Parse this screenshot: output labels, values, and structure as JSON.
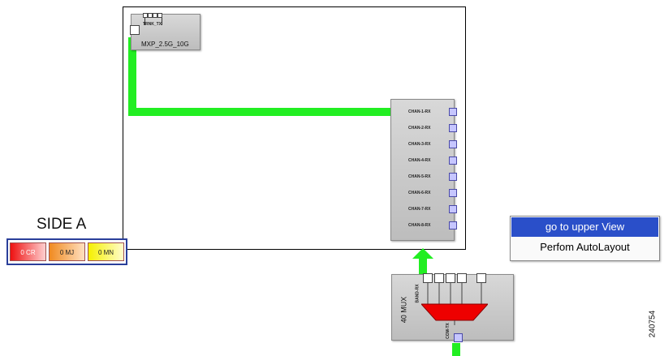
{
  "mxp_card": {
    "port_label": "TRNK_TX",
    "name": "MXP_2.5G_10G"
  },
  "demux_card": {
    "ports": [
      "CHAN-1-RX",
      "CHAN-2-RX",
      "CHAN-3-RX",
      "CHAN-4-RX",
      "CHAN-5-RX",
      "CHAN-6-RX",
      "CHAN-7-RX",
      "CHAN-8-RX"
    ]
  },
  "mux_card": {
    "name": "40 MUX",
    "side_label": "BAND-RX",
    "com_label": "COM-TX"
  },
  "side": {
    "title": "SIDE A",
    "alarms": [
      {
        "label": "0 CR",
        "color": "#ee1111"
      },
      {
        "label": "0 MJ",
        "color": "#f08a20"
      },
      {
        "label": "0 MN",
        "color": "#f5f000"
      }
    ]
  },
  "context_menu": {
    "items": [
      "go to upper View",
      "Perfom AutoLayout"
    ]
  },
  "figure_id": "240754",
  "colors": {
    "link": "#22ee22",
    "menu_highlight": "#2a4fc9",
    "port": "#c6c6ff"
  }
}
